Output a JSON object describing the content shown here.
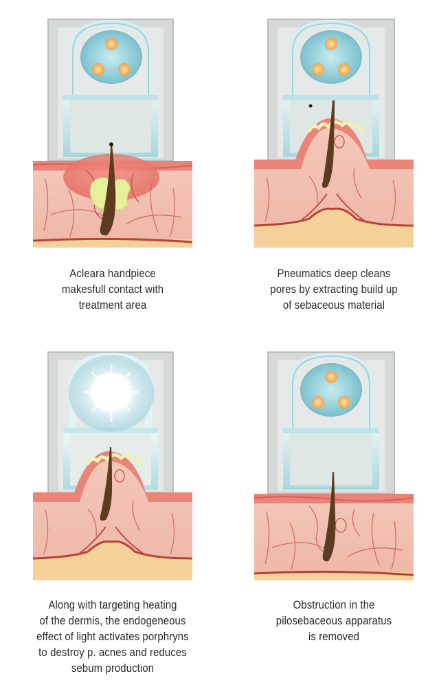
{
  "panels": [
    {
      "step": "contact",
      "caption": [
        "Acleara handpiece",
        "makesfull contact with",
        "treatment area"
      ]
    },
    {
      "step": "extraction",
      "caption": [
        "Pneumatics deep cleans",
        "pores by extracting build up",
        "of sebaceous material"
      ]
    },
    {
      "step": "light",
      "caption": [
        "Along with targeting heating",
        "of the dermis, the endogeneous",
        "effect of light activates porphryns",
        "to destroy p. acnes and reduces",
        "sebum production"
      ]
    },
    {
      "step": "result",
      "caption": [
        "Obstruction in the",
        "pilosebaceous apparatus",
        "is removed"
      ]
    }
  ],
  "colors": {
    "skin": "#f2c2b4",
    "epidermis": "#e1726a",
    "vessel": "#c64a43",
    "fat": "#f7dfa2",
    "device_frame": "#cfd3d1",
    "device_glass": "#9ed6dd",
    "lamp": "#f4b45e",
    "hair": "#5a3a1e",
    "sebum": "#e7ee9d"
  }
}
